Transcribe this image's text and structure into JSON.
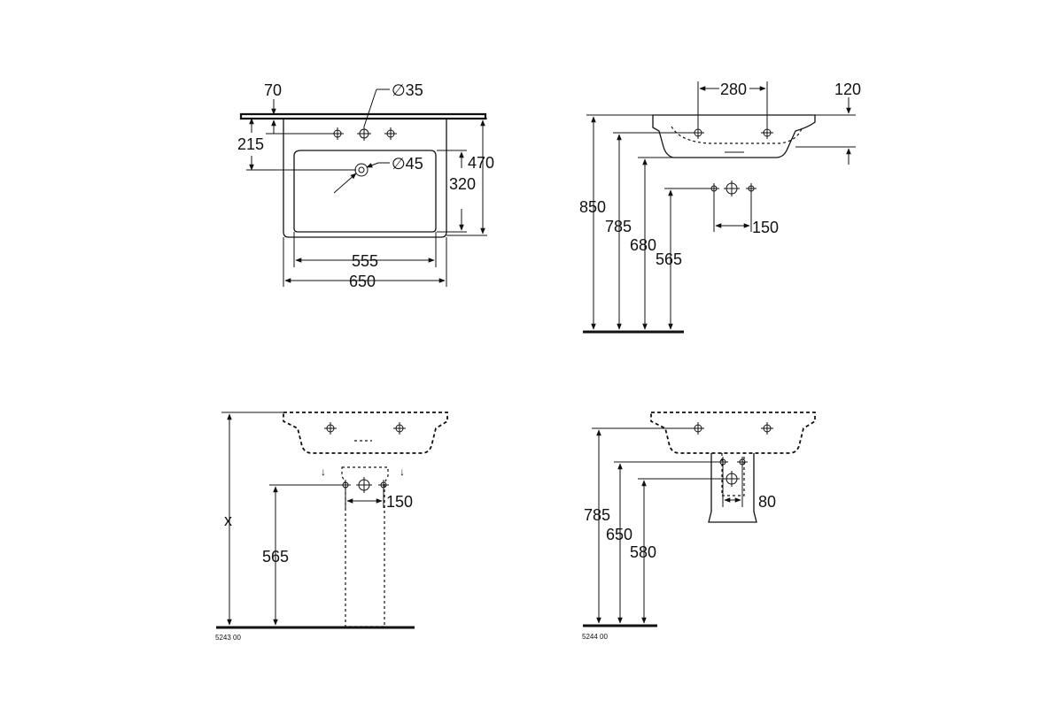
{
  "top_view": {
    "dims": {
      "d70": "70",
      "d35": "∅35",
      "d215": "215",
      "d45": "∅45",
      "d470": "470",
      "d320": "320",
      "d555": "555",
      "d650": "650"
    }
  },
  "side_view": {
    "dims": {
      "d280": "280",
      "d120": "120",
      "d850": "850",
      "d785": "785",
      "d680": "680",
      "d565": "565",
      "d150": "150"
    }
  },
  "pedestal_view": {
    "dims": {
      "dx": "x",
      "d565": "565",
      "d150": "150"
    },
    "code": "5243 00"
  },
  "semipedestal_view": {
    "dims": {
      "d785": "785",
      "d650": "650",
      "d580": "580",
      "d80": "80"
    },
    "code": "5244 00"
  }
}
